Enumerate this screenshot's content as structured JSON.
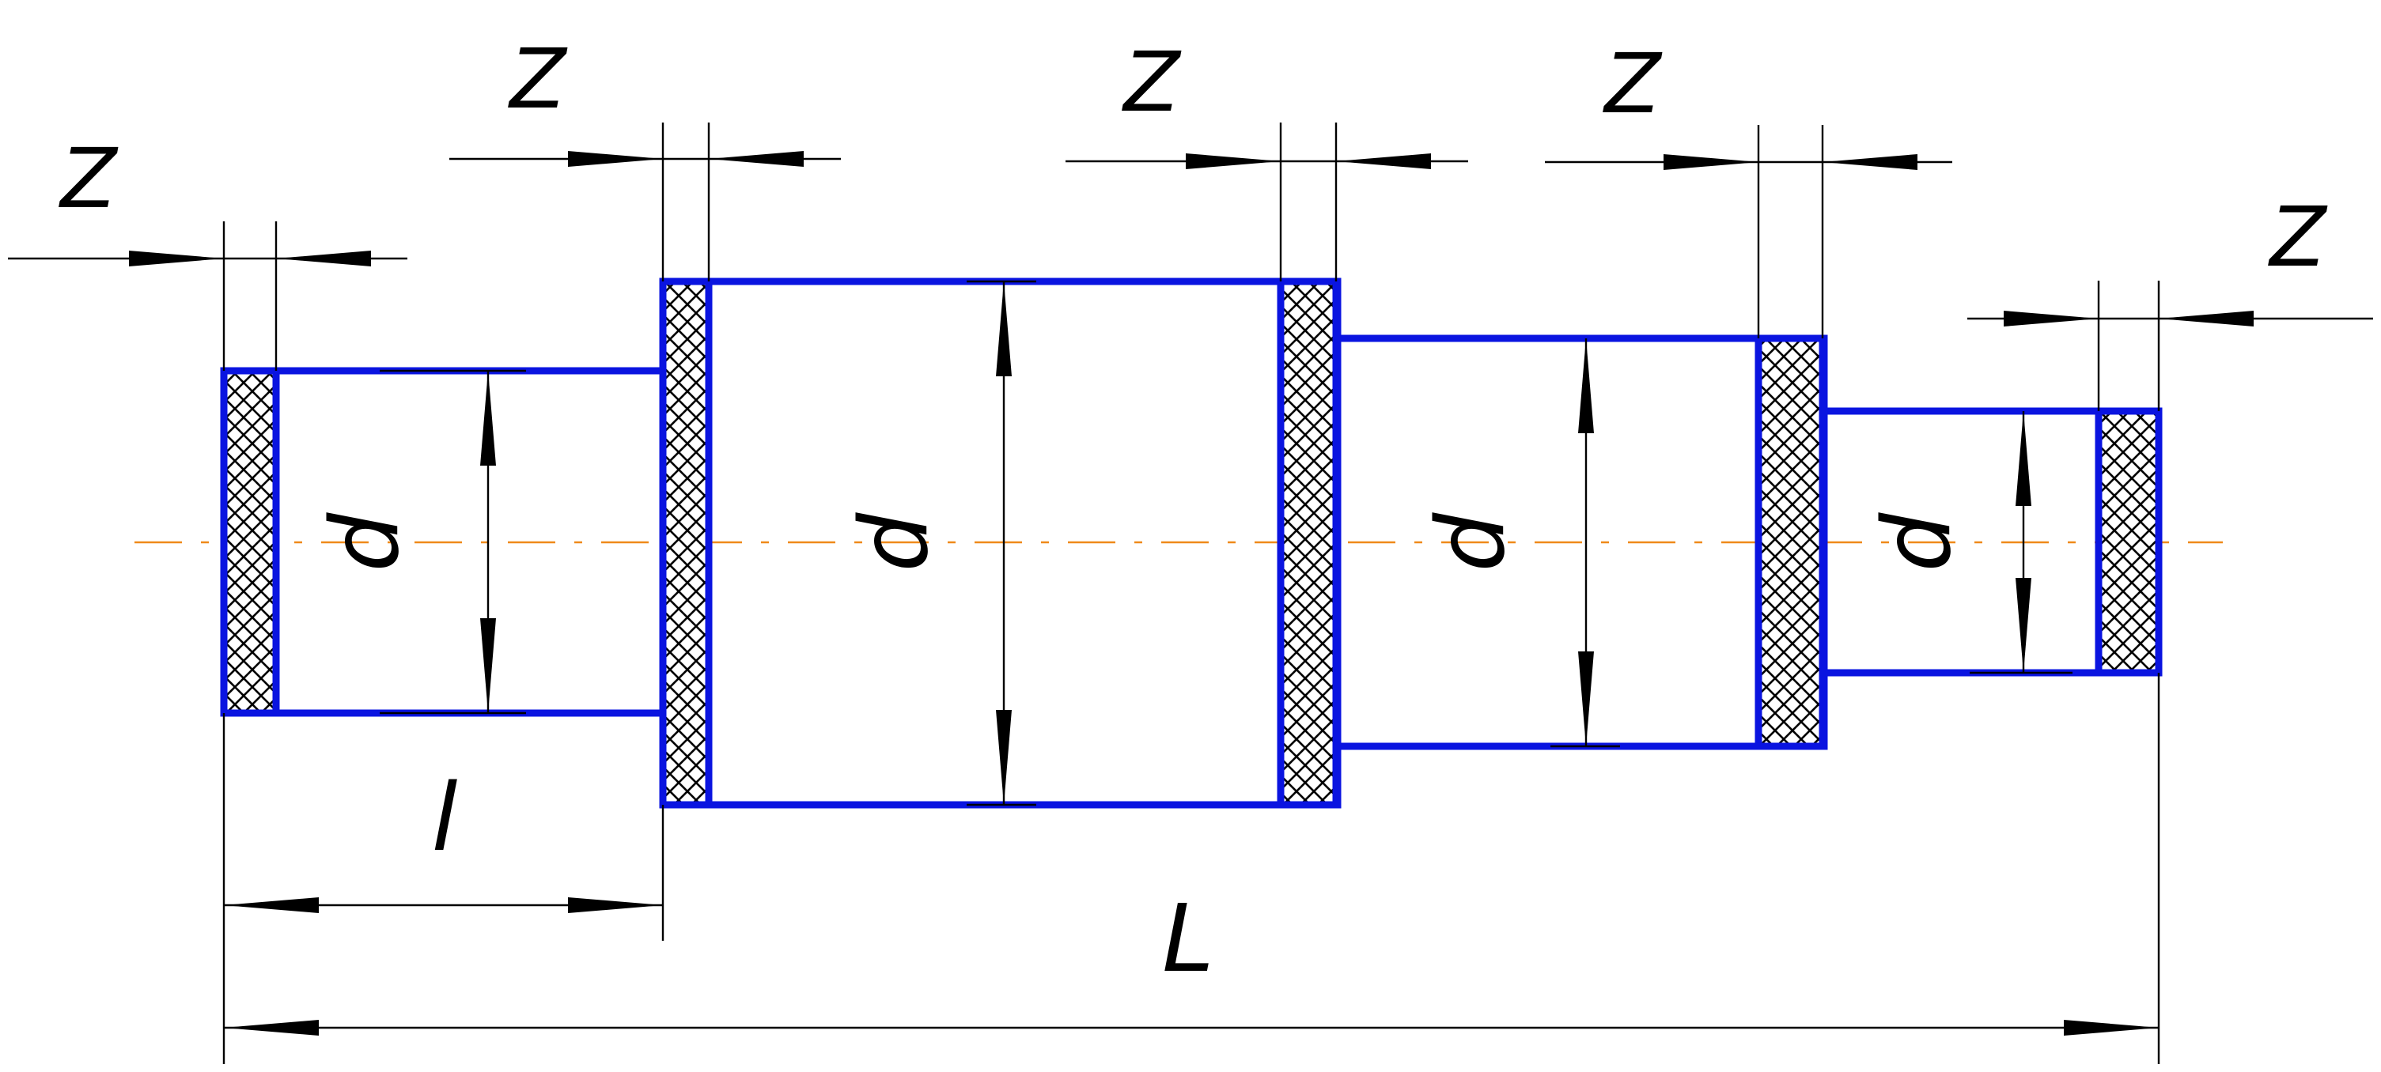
{
  "labels": {
    "allowance": "Z",
    "diameter": "d",
    "step_length": "l",
    "total_length": "L"
  },
  "colors": {
    "shaft_outline": "#0a14e0",
    "allowance_hatch": "#000000",
    "axis_line": "#ef8a1a",
    "dimension_lines": "#000000"
  }
}
